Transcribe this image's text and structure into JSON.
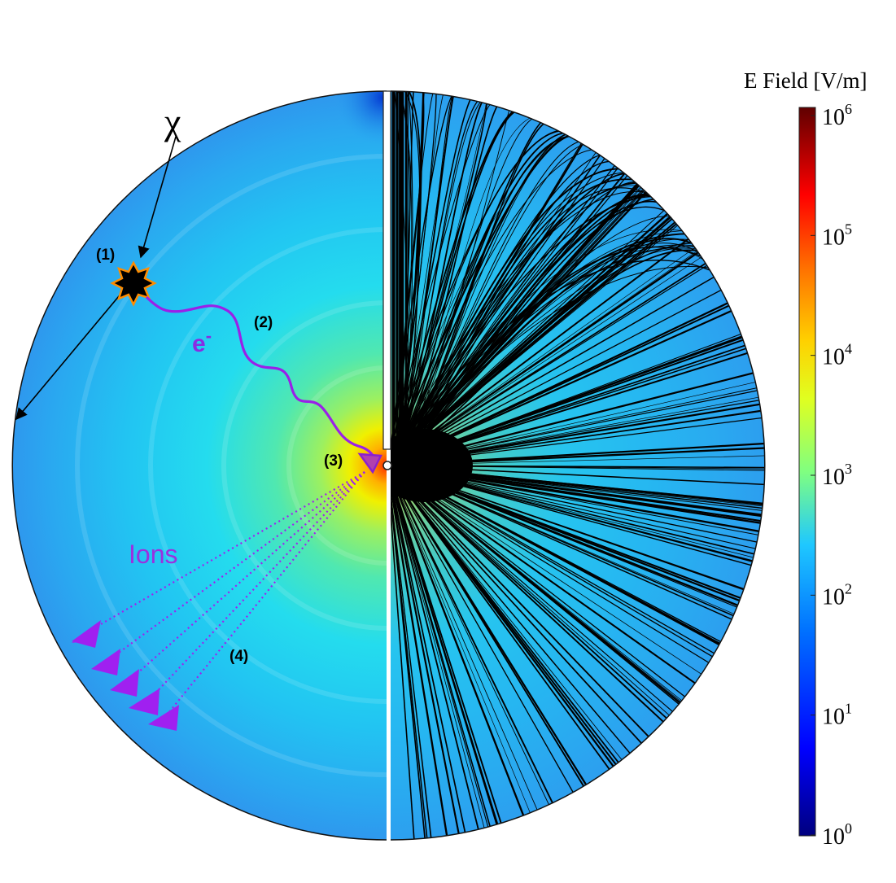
{
  "labels": {
    "particle": "χ",
    "step1": "(1)",
    "step2": "(2)",
    "step3": "(3)",
    "step4": "(4)",
    "electron": "e",
    "electron_sup": "-",
    "ions": "Ions"
  },
  "colorbar": {
    "title": "E Field [V/m]",
    "ticks": [
      {
        "base": "10",
        "exp": "0"
      },
      {
        "base": "10",
        "exp": "1"
      },
      {
        "base": "10",
        "exp": "2"
      },
      {
        "base": "10",
        "exp": "3"
      },
      {
        "base": "10",
        "exp": "4"
      },
      {
        "base": "10",
        "exp": "5"
      },
      {
        "base": "10",
        "exp": "6"
      }
    ],
    "colors": [
      "#00007f",
      "#0000ff",
      "#0080ff",
      "#1fc8ff",
      "#80ff80",
      "#ffff00",
      "#ff8000",
      "#ff0000",
      "#7f0000"
    ]
  },
  "colors": {
    "field_outer": "#2aa6f0",
    "field_mid": "#22d8ee",
    "field_warm": "#8fef6a",
    "field_hot": "#ffd400",
    "field_core": "#ff3000",
    "field_lines": "#000000",
    "annotation_purple": "#a020f0",
    "electron_label": "#8a2be2",
    "ions_label": "#9b30e0",
    "interaction": "#000000",
    "interaction_outline": "#ff8c00"
  }
}
